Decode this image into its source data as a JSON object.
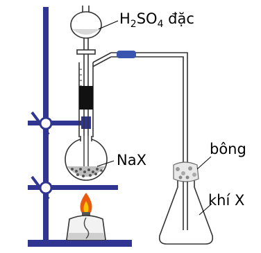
{
  "labels": {
    "acid_pre": "H",
    "acid_sub1": "2",
    "acid_mid": "SO",
    "acid_sub2": "4",
    "acid_post": " đặc",
    "salt": "NaX",
    "cotton": "bông",
    "gas": "khí X"
  },
  "colors": {
    "stand": "#2f3590",
    "glass": "#333333",
    "connector": "#3a55b0",
    "stopper": "#111111",
    "flame": "#e85a10",
    "flame_core": "#f6c400"
  }
}
